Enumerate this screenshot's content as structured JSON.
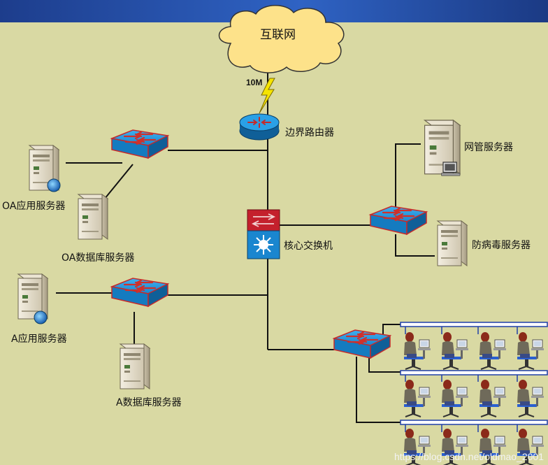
{
  "diagram": {
    "cloud": {
      "label": "互联网"
    },
    "link_speed": "10M",
    "nodes": {
      "border_router": "边界路由器",
      "core_switch": "核心交换机",
      "nms_server": "网管服务器",
      "antivirus_server": "防病毒服务器",
      "oa_app_server": "OA应用服务器",
      "oa_db_server": "OA数据库服务器",
      "a_app_server": "A应用服务器",
      "a_db_server": "A数据库服务器"
    },
    "workstation_rows": 3,
    "workstations_per_row": 4
  },
  "watermark": "https://blog.csdn.net/oldmao_2001",
  "colors": {
    "background": "#d9d9a3",
    "banner": "#2b5ab8",
    "switch_blue": "#1f8fd8",
    "switch_outline": "#c42b2b",
    "cloud": "#fde28a",
    "lightning": "#f5e400"
  }
}
